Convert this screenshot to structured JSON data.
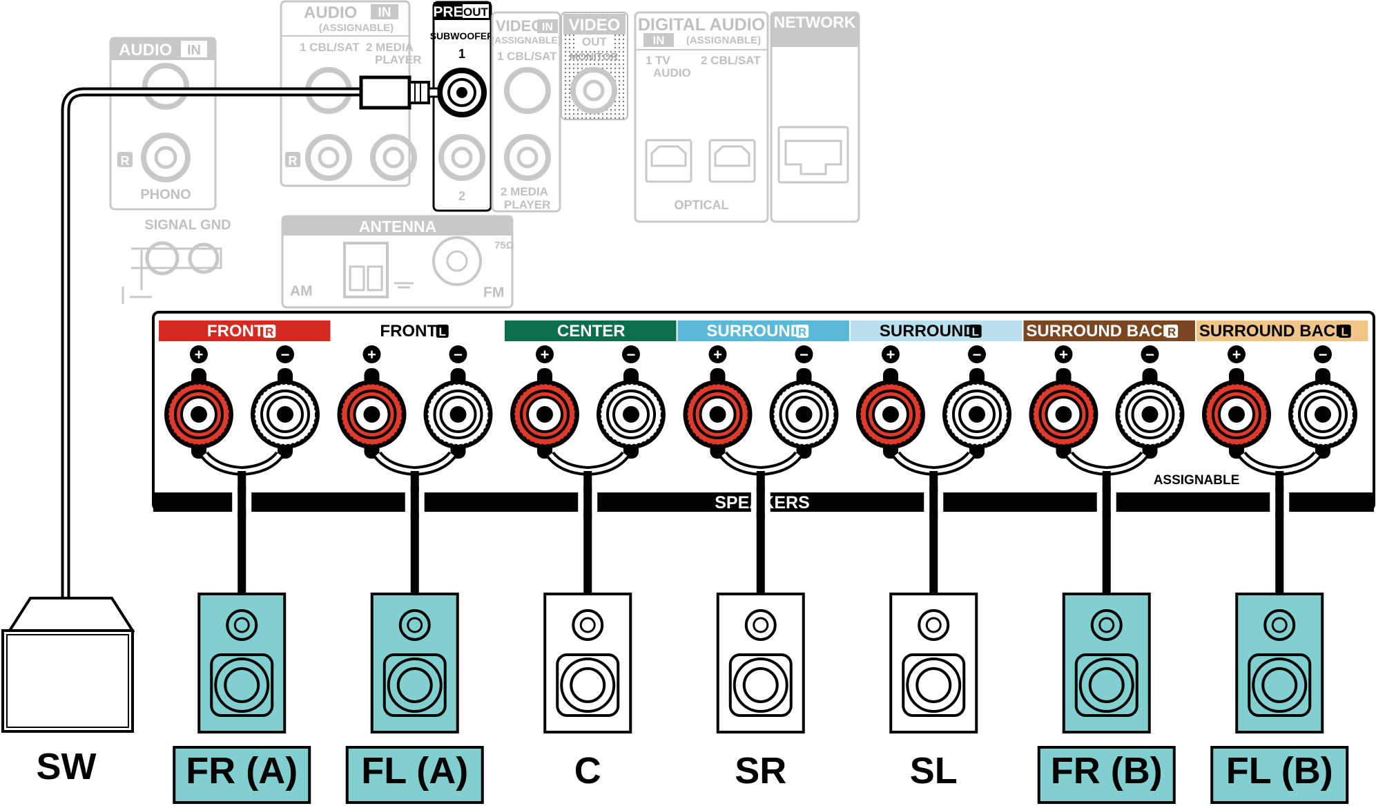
{
  "panel_top": {
    "audio_in_left": {
      "title": "AUDIO",
      "badge": "IN",
      "r": "R",
      "phono": "PHONO"
    },
    "signal_gnd": "SIGNAL GND",
    "audio_in_assignable": {
      "title": "AUDIO",
      "badge": "IN",
      "sub": "(ASSIGNABLE)",
      "ch1": "1 CBL/SAT",
      "ch2a": "2  MEDIA",
      "ch2b": "PLAYER",
      "r": "R"
    },
    "pre_out": {
      "title": "PRE",
      "badge": "OUT",
      "sub": "SUBWOOFER",
      "n1": "1",
      "n2": "2"
    },
    "video_in": {
      "title": "VIDEO",
      "badge": "IN",
      "sub": "(ASSIGNABLE)",
      "ch1": "1 CBL/SAT",
      "ch2a": "2 MEDIA",
      "ch2b": "PLAYER"
    },
    "video_out": {
      "title": "VIDEO",
      "badge": "OUT",
      "sub": "MONITOR"
    },
    "digital_audio": {
      "title": "DIGITAL AUDIO",
      "badge": "IN",
      "sub": "(ASSIGNABLE)",
      "ch1a": "1   TV",
      "ch1b": "AUDIO",
      "ch2": "2 CBL/SAT",
      "optical": "OPTICAL"
    },
    "network": {
      "title": "NETWORK"
    },
    "antenna": {
      "title": "ANTENNA",
      "am": "AM",
      "fm": "FM",
      "ohm": "75Ω"
    }
  },
  "speaker_panel": {
    "footer_label": "SPEAKERS",
    "assignable": "ASSIGNABLE",
    "plus": "+",
    "minus": "−",
    "groups": [
      {
        "label": "FRONT",
        "side": "R",
        "color": "#d42a22",
        "text_color": "#ffffff"
      },
      {
        "label": "FRONT",
        "side": "L",
        "color": "#ffffff",
        "text_color": "#000000"
      },
      {
        "label": "CENTER",
        "side": "",
        "color": "#0a6e4a",
        "text_color": "#ffffff"
      },
      {
        "label": "SURROUND",
        "side": "R",
        "color": "#5ab9d9",
        "text_color": "#ffffff"
      },
      {
        "label": "SURROUND",
        "side": "L",
        "color": "#b8e0ee",
        "text_color": "#000000"
      },
      {
        "label": "SURROUND BACK",
        "side": "R",
        "color": "#7a4720",
        "text_color": "#ffffff"
      },
      {
        "label": "SURROUND BACK",
        "side": "L",
        "color": "#f0c587",
        "text_color": "#000000"
      }
    ]
  },
  "speakers": [
    {
      "label": "SW",
      "highlighted": false
    },
    {
      "label": "FR (A)",
      "highlighted": true
    },
    {
      "label": "FL (A)",
      "highlighted": true
    },
    {
      "label": "C",
      "highlighted": false
    },
    {
      "label": "SR",
      "highlighted": false
    },
    {
      "label": "SL",
      "highlighted": false
    },
    {
      "label": "FR (B)",
      "highlighted": true
    },
    {
      "label": "FL (B)",
      "highlighted": true
    }
  ],
  "colors": {
    "highlight_fill": "#82cfcf",
    "terminal_red": "#e03a2a",
    "inactive_gray": "#c8c8c8"
  }
}
